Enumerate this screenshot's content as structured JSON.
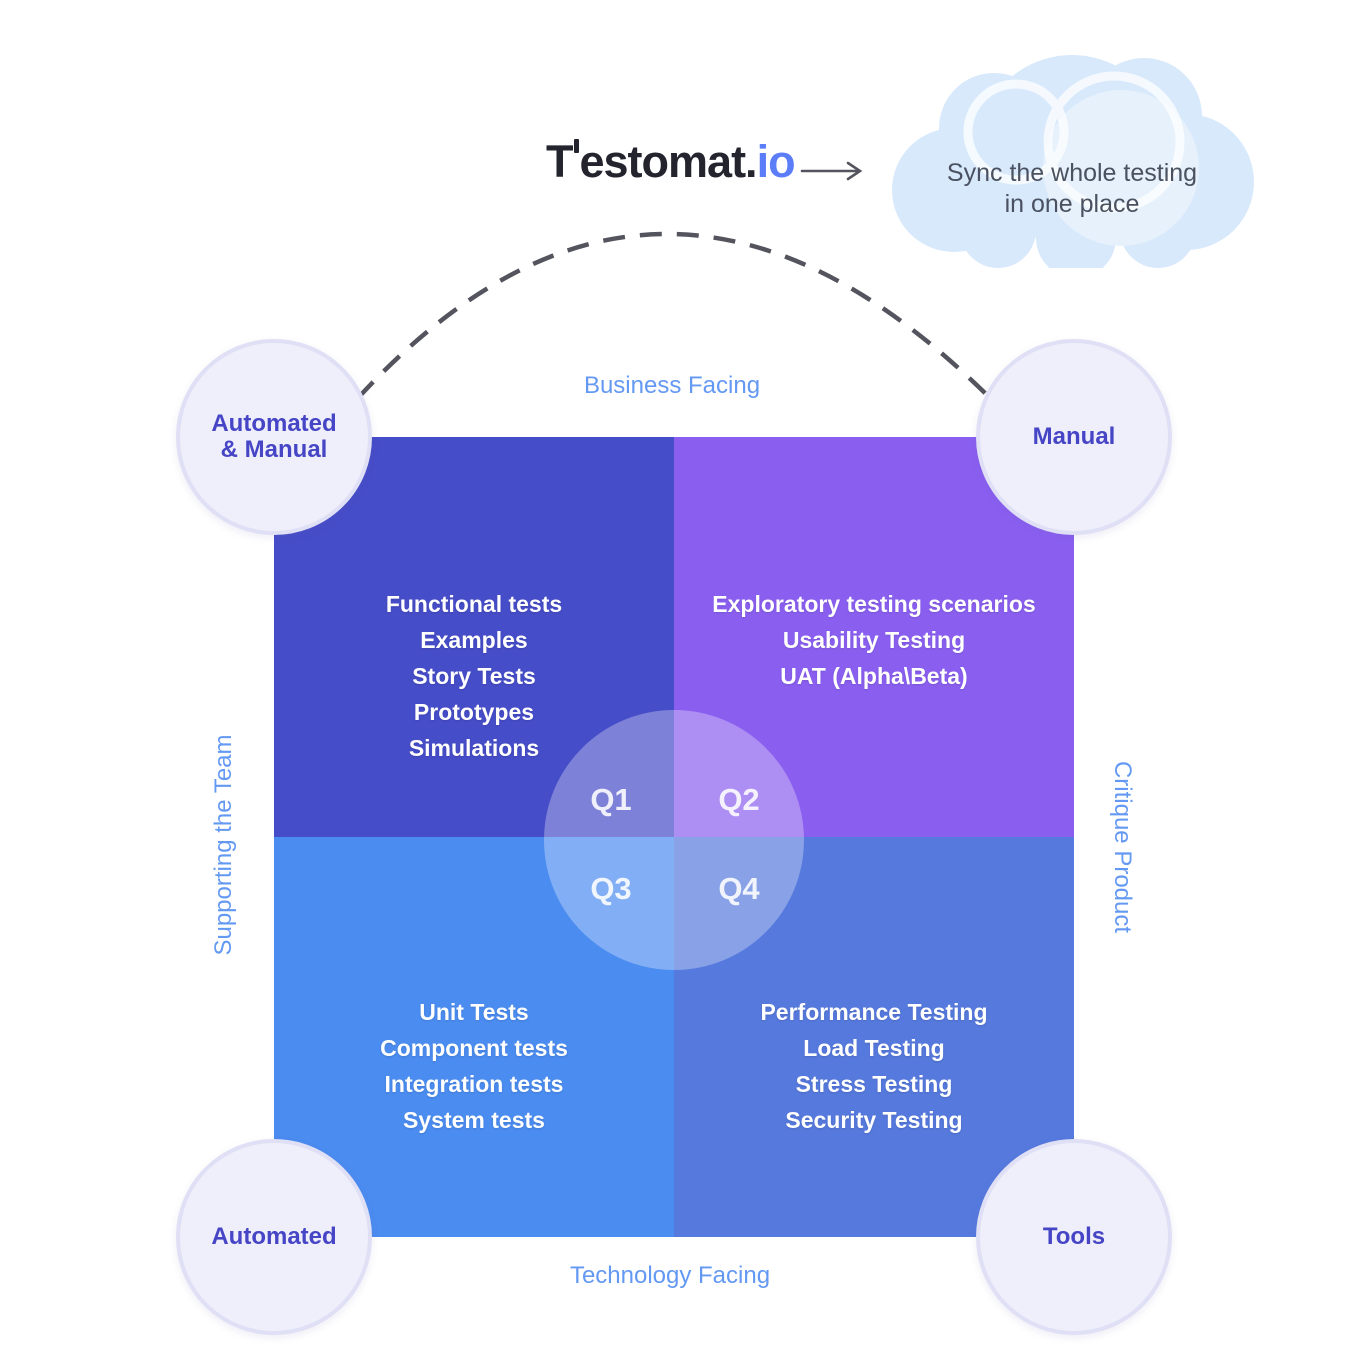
{
  "logo": {
    "prefix": "T",
    "rest": "estomat.",
    "accent": "io"
  },
  "cloud": {
    "line1": "Sync the whole testing",
    "line2": "in one place"
  },
  "axes": {
    "top": "Business Facing",
    "bottom": "Technology Facing",
    "left": "Supporting the Team",
    "right": "Critique Product"
  },
  "corners": {
    "top_left_line1": "Automated",
    "top_left_line2": "& Manual",
    "top_right": "Manual",
    "bottom_left": "Automated",
    "bottom_right": "Tools"
  },
  "quadrants": [
    {
      "id": "Q1",
      "color": "#464DC8",
      "items": [
        "Functional tests",
        "Examples",
        "Story Tests",
        "Prototypes",
        "Simulations"
      ]
    },
    {
      "id": "Q2",
      "color": "#8A5FF0",
      "items": [
        "Exploratory testing scenarios",
        "Usability Testing",
        "UAT (Alpha\\Beta)"
      ]
    },
    {
      "id": "Q3",
      "color": "#4B8CF0",
      "items": [
        "Unit Tests",
        "Component tests",
        "Integration tests",
        "System tests"
      ]
    },
    {
      "id": "Q4",
      "color": "#5679DD",
      "items": [
        "Performance Testing",
        "Load Testing",
        "Stress Testing",
        "Security Testing"
      ]
    }
  ],
  "center_labels": {
    "q1": "Q1",
    "q2": "Q2",
    "q3": "Q3",
    "q4": "Q4"
  },
  "colors": {
    "logo_dark": "#23242E",
    "logo_accent": "#5B7DF8",
    "axis_label": "#6499F3",
    "corner_text": "#4645C6",
    "corner_fill": "#EFEFFB",
    "corner_border": "#DFDFF5",
    "dash_arc": "#54545E",
    "cloud_fill": "#D7E9FB",
    "cloud_text": "#4A5160",
    "overlay": "rgba(255,255,255,0.30)"
  }
}
